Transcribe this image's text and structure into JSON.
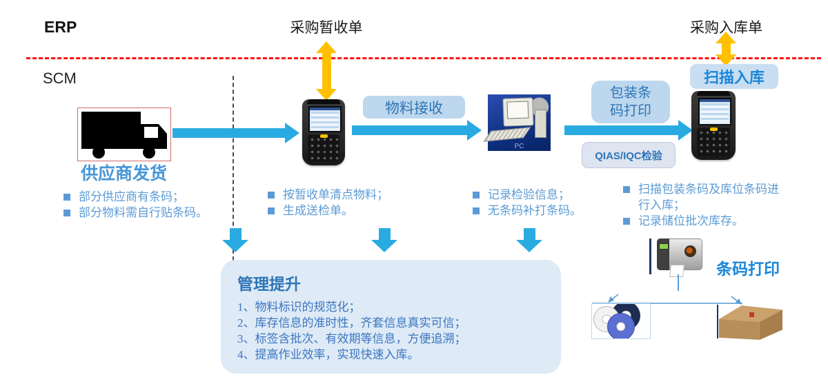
{
  "lanes": {
    "top": "ERP",
    "bottom": "SCM"
  },
  "documents": {
    "temp_receipt": "采购暂收单",
    "inbound_order": "采购入库单"
  },
  "steps": {
    "supplier": {
      "caption": "供应商发货",
      "notes": [
        "部分供应商有条码；",
        "部分物料需自行贴条码。"
      ]
    },
    "receive": {
      "label": "物料接收",
      "notes": [
        "按暂收单清点物料；",
        "生成送检单。"
      ]
    },
    "inspection": {
      "package_print_label": [
        "包装条",
        "码打印"
      ],
      "qias_label": "QIAS/IQC检验",
      "pc_label": "PC",
      "notes": [
        "记录检验信息；",
        "无条码补打条码。"
      ]
    },
    "scan_inbound": {
      "caption": "扫描入库",
      "notes": [
        "扫描包装条码及库位条码进行入库；",
        "记录储位批次库存。"
      ]
    }
  },
  "improvement": {
    "title": "管理提升",
    "items": [
      "1、物料标识的规范化；",
      "2、库存信息的准时性，齐套信息真实可信；",
      "3、标签含批次、有效期等信息，方便追溯；",
      "4、提高作业效率，实现快速入库。"
    ]
  },
  "barcode_print": {
    "caption": "条码打印"
  },
  "icons": {
    "truck": "truck-icon",
    "handheld_scanner": "handheld-scanner-icon",
    "pc": "pc-computer-icon",
    "printer": "barcode-printer-icon",
    "reels": "component-reels-image",
    "carton": "carton-box-image"
  },
  "colors": {
    "flow_arrow_blue": "#29ABE2",
    "chip_bg": "#BDD7EE",
    "chip_text": "#2E75B6",
    "note_text": "#5B9BD5",
    "caption_blue": "#1B87D8",
    "sync_arrow_yellow": "#FFC000",
    "erp_scm_divider_red": "#FF1111",
    "improvement_bg": "#DEEAF6"
  }
}
